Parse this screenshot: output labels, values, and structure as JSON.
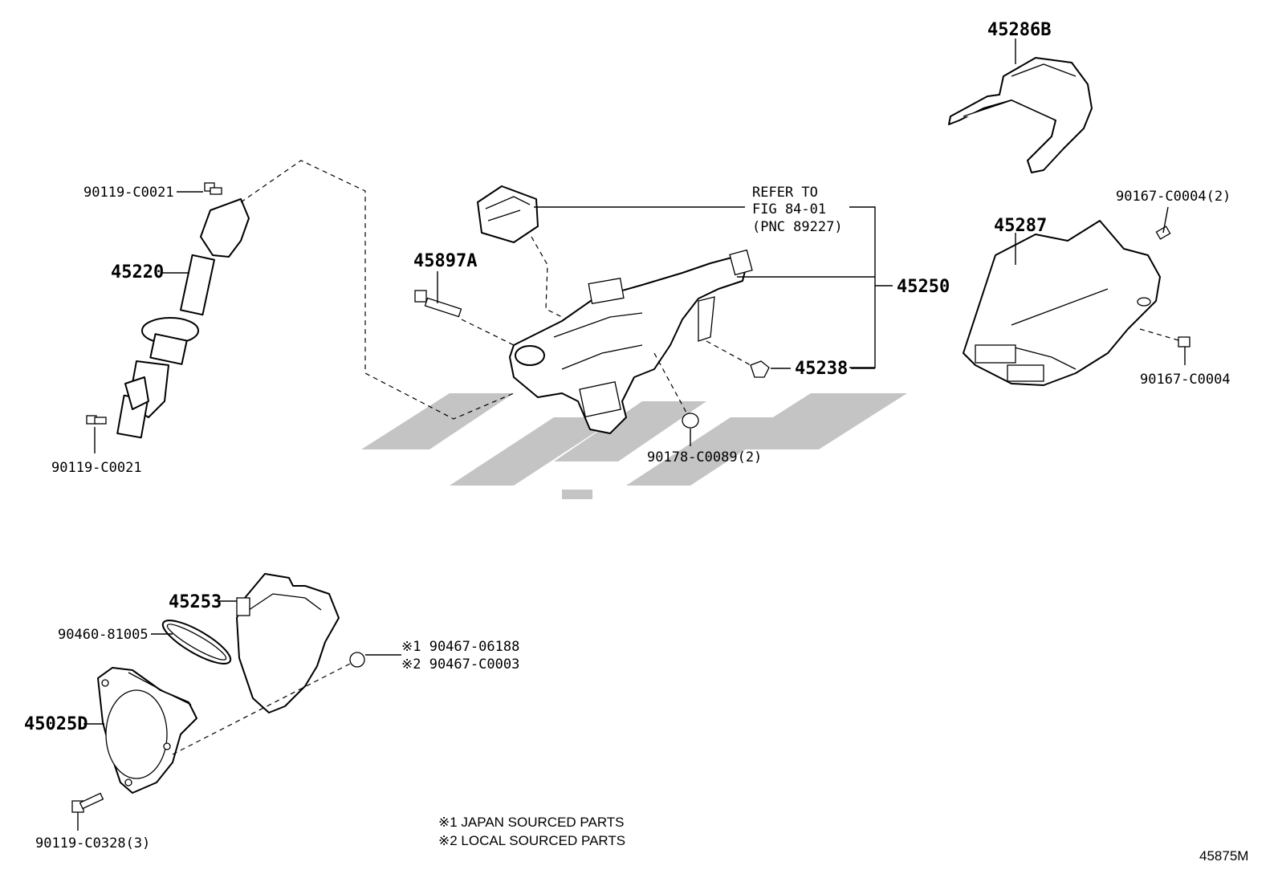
{
  "figure_code": "45875M",
  "callouts": {
    "p45286B": "45286B",
    "p45287": "45287",
    "p90167_C0004_2": "90167-C0004(2)",
    "p90167_C0004": "90167-C0004",
    "p90119_C0021_top": "90119-C0021",
    "p90119_C0021_bottom": "90119-C0021",
    "p45220": "45220",
    "p45897A": "45897A",
    "p45250": "45250",
    "p45238": "45238",
    "p90178_C0089_2": "90178-C0089(2)",
    "p45253": "45253",
    "p90460_81005": "90460-81005",
    "p45025D": "45025D",
    "p90119_C0328_3": "90119-C0328(3)",
    "p90467_06188": "※1 90467-06188",
    "p90467_C0003": "※2 90467-C0003"
  },
  "reference": {
    "line1": "REFER TO",
    "line2": "FIG 84-01",
    "line3": "(PNC 89227)"
  },
  "notes": {
    "note1": "※1 JAPAN SOURCED PARTS",
    "note2": "※2 LOCAL SOURCED PARTS"
  },
  "colors": {
    "line": "#000000",
    "watermark": "#c4c4c4",
    "background": "#ffffff"
  }
}
